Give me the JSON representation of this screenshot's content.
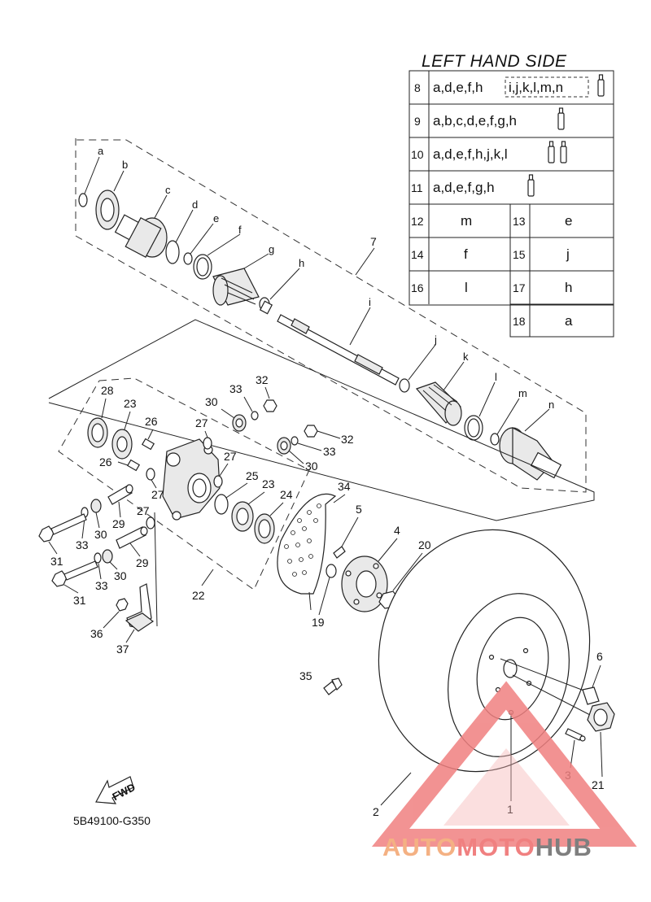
{
  "table": {
    "title": "LEFT HAND SIDE",
    "rows": [
      {
        "num": "8",
        "parts": "a,d,e,f,h",
        "boxed": "i,j,k,l,m,n",
        "tubes": 1
      },
      {
        "num": "9",
        "parts": "a,b,c,d,e,f,g,h",
        "tubes": 1
      },
      {
        "num": "10",
        "parts": "a,d,e,f,h,j,k,l",
        "tubes": 2
      },
      {
        "num": "11",
        "parts": "a,d,e,f,g,h",
        "tubes": 1
      }
    ],
    "pairs": [
      {
        "left_num": "12",
        "left_val": "m",
        "right_num": "13",
        "right_val": "e"
      },
      {
        "left_num": "14",
        "left_val": "f",
        "right_num": "15",
        "right_val": "j"
      },
      {
        "left_num": "16",
        "left_val": "l",
        "right_num": "17",
        "right_val": "h"
      },
      {
        "right_num": "18",
        "right_val": "a"
      }
    ]
  },
  "letters": {
    "a": "a",
    "b": "b",
    "c": "c",
    "d": "d",
    "e": "e",
    "f": "f",
    "g": "g",
    "h": "h",
    "i": "i",
    "j": "j",
    "k": "k",
    "l": "l",
    "m": "m",
    "n": "n"
  },
  "callouts": {
    "n1": "1",
    "n2": "2",
    "n3": "3",
    "n4": "4",
    "n5": "5",
    "n6": "6",
    "n7": "7",
    "n19": "19",
    "n20": "20",
    "n21": "21",
    "n22": "22",
    "n23a": "23",
    "n23b": "23",
    "n24": "24",
    "n25": "25",
    "n26a": "26",
    "n26b": "26",
    "n27a": "27",
    "n27b": "27",
    "n27c": "27",
    "n27d": "27",
    "n28": "28",
    "n29a": "29",
    "n29b": "29",
    "n30a": "30",
    "n30b": "30",
    "n30c": "30",
    "n30d": "30",
    "n31a": "31",
    "n31b": "31",
    "n32a": "32",
    "n32b": "32",
    "n33a": "33",
    "n33b": "33",
    "n33c": "33",
    "n33d": "33",
    "n34": "34",
    "n35": "35",
    "n36": "36",
    "n37": "37"
  },
  "fwd_label": "FWD",
  "diagram_code": "5B49100-G350",
  "watermark": {
    "part1": "AUTO",
    "part2": "MOTO",
    "part3": "HUB",
    "color1": "#f4b183",
    "color2": "#f08080",
    "color3": "#7f7f7f",
    "triangle_color": "#f08080"
  }
}
